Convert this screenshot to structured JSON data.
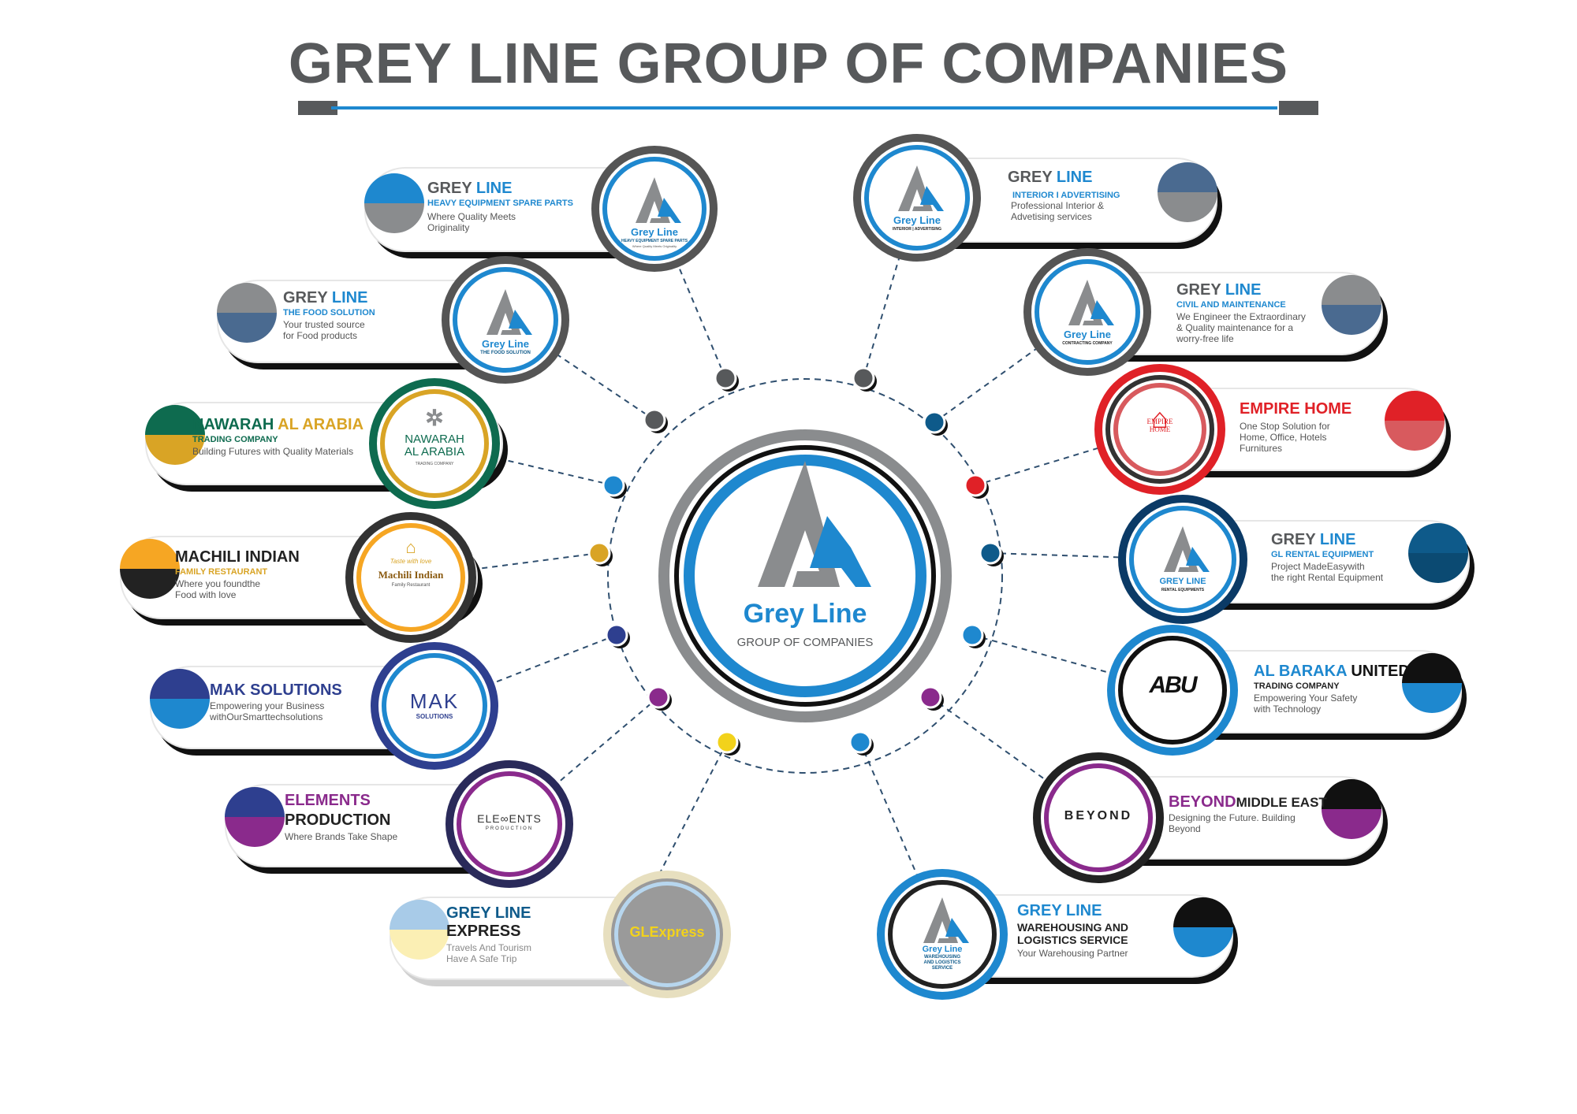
{
  "title": "GREY LINE GROUP OF COMPANIES",
  "colors": {
    "grey": "#57595b",
    "blue": "#1e88cf",
    "dark_blue": "#0e5a8a",
    "green": "#0e6b4f",
    "gold": "#d9a425",
    "red": "#e02127",
    "purple": "#8a2a8c",
    "navy": "#2e3f8f",
    "yellow": "#f2d21b"
  },
  "center": {
    "brand": "Grey Line",
    "tagline": "GROUP OF COMPANIES"
  },
  "companies": [
    {
      "id": "heavy-equipment",
      "name_a": "GREY ",
      "name_b": "LINE",
      "subtitle": "HEAVY EQUIPMENT SPARE PARTS",
      "description": "Where Quality Meets\nOriginality",
      "logo_main": "Grey Line",
      "logo_sub": "HEAVY EQUIPMENT SPARE PARTS",
      "logo_tag": "Where Quality Meets Originality",
      "node_color": "grey"
    },
    {
      "id": "interior",
      "name_a": "GREY ",
      "name_b": "LINE",
      "subtitle": "INTERIOR I ADVERTISING",
      "description": "Professional Interior &\nAdvetising services",
      "logo_main": "Grey Line",
      "logo_sub": "INTERIOR | ADVERTISING",
      "node_color": "grey"
    },
    {
      "id": "food",
      "name_a": "GREY ",
      "name_b": "LINE",
      "subtitle": "THE FOOD SOLUTION",
      "description": "Your trusted source\nfor Food products",
      "logo_main": "Grey Line",
      "logo_sub": "THE FOOD SOLUTION",
      "node_color": "grey"
    },
    {
      "id": "civil",
      "name_a": "GREY ",
      "name_b": "LINE",
      "subtitle": "CIVIL AND MAINTENANCE",
      "description": "We Engineer the Extraordinary\n& Quality maintenance for a\nworry-free life",
      "logo_main": "Grey Line",
      "logo_sub": "CONTRACTING COMPANY",
      "node_color": "dark_blue"
    },
    {
      "id": "nawarah",
      "name_a": "NAWARAH ",
      "name_b": "AL ARABIA",
      "subtitle": "TRADING COMPANY",
      "description": "Building Futures with Quality Materials",
      "logo_main": "NAWARAH\nAL ARABIA",
      "logo_sub": "TRADING COMPANY",
      "node_color": "blue"
    },
    {
      "id": "empire",
      "name_a": "EMPIRE ",
      "name_b": "HOME",
      "description": "One Stop Solution for\nHome, Office, Hotels\nFurnitures",
      "logo_main": "EMPIRE\nHOME",
      "node_color": "red"
    },
    {
      "id": "machili",
      "name_a": "MACHILI INDIAN",
      "name_b": "",
      "subtitle": "FAMILY RESTAURANT",
      "description": "Where you foundthe\nFood with love",
      "logo_main": "Machili Indian",
      "logo_sub": "Family Restaurant",
      "logo_tag": "Taste with love",
      "node_color": "gold"
    },
    {
      "id": "rental",
      "name_a": "GREY ",
      "name_b": "LINE",
      "subtitle": "GL RENTAL EQUIPMENT",
      "description": "Project MadeEasywith\nthe right Rental Equipment",
      "logo_main": "GREY LINE",
      "logo_sub": "RENTAL EQUIPMENTS",
      "node_color": "dark_blue"
    },
    {
      "id": "mak",
      "name_a": "MAK SOLUTIONS",
      "name_b": "",
      "description": "Empowering your Business\nwithOurSmarttechsolutions",
      "logo_main": "MAK",
      "logo_sub": "SOLUTIONS",
      "node_color": "navy"
    },
    {
      "id": "albaraka",
      "name_a": "AL BARAKA ",
      "name_b": "UNITED",
      "subtitle": "TRADING COMPANY",
      "description": "Empowering Your Safety\nwith Technology",
      "logo_main": "ABU",
      "node_color": "blue"
    },
    {
      "id": "elements",
      "name_a": "ELEMENTS",
      "name_b": "PRODUCTION",
      "description": "Where Brands Take Shape",
      "logo_main": "ELE∞ENTS",
      "logo_sub": "PRODUCTION",
      "node_color": "purple"
    },
    {
      "id": "beyond",
      "name_a": "BEYOND",
      "name_b": "MIDDLE EAST",
      "description": "Designing the Future. Building\nBeyond",
      "logo_main": "BEYOND",
      "node_color": "purple"
    },
    {
      "id": "express",
      "name_a": "GREY LINE",
      "name_b": "EXPRESS",
      "description": "Travels And Tourism\nHave A Safe Trip",
      "logo_main": "GLExpress",
      "node_color": "yellow"
    },
    {
      "id": "warehousing",
      "name_a": "GREY ",
      "name_b": "LINE",
      "subtitle": "WAREHOUSING AND\nLOGISTICS SERVICE",
      "description": "Your Warehousing Partner",
      "logo_main": "Grey Line",
      "logo_sub": "WAREHOUSING\nAND LOGISTICS\nSERVICE",
      "node_color": "blue"
    }
  ]
}
